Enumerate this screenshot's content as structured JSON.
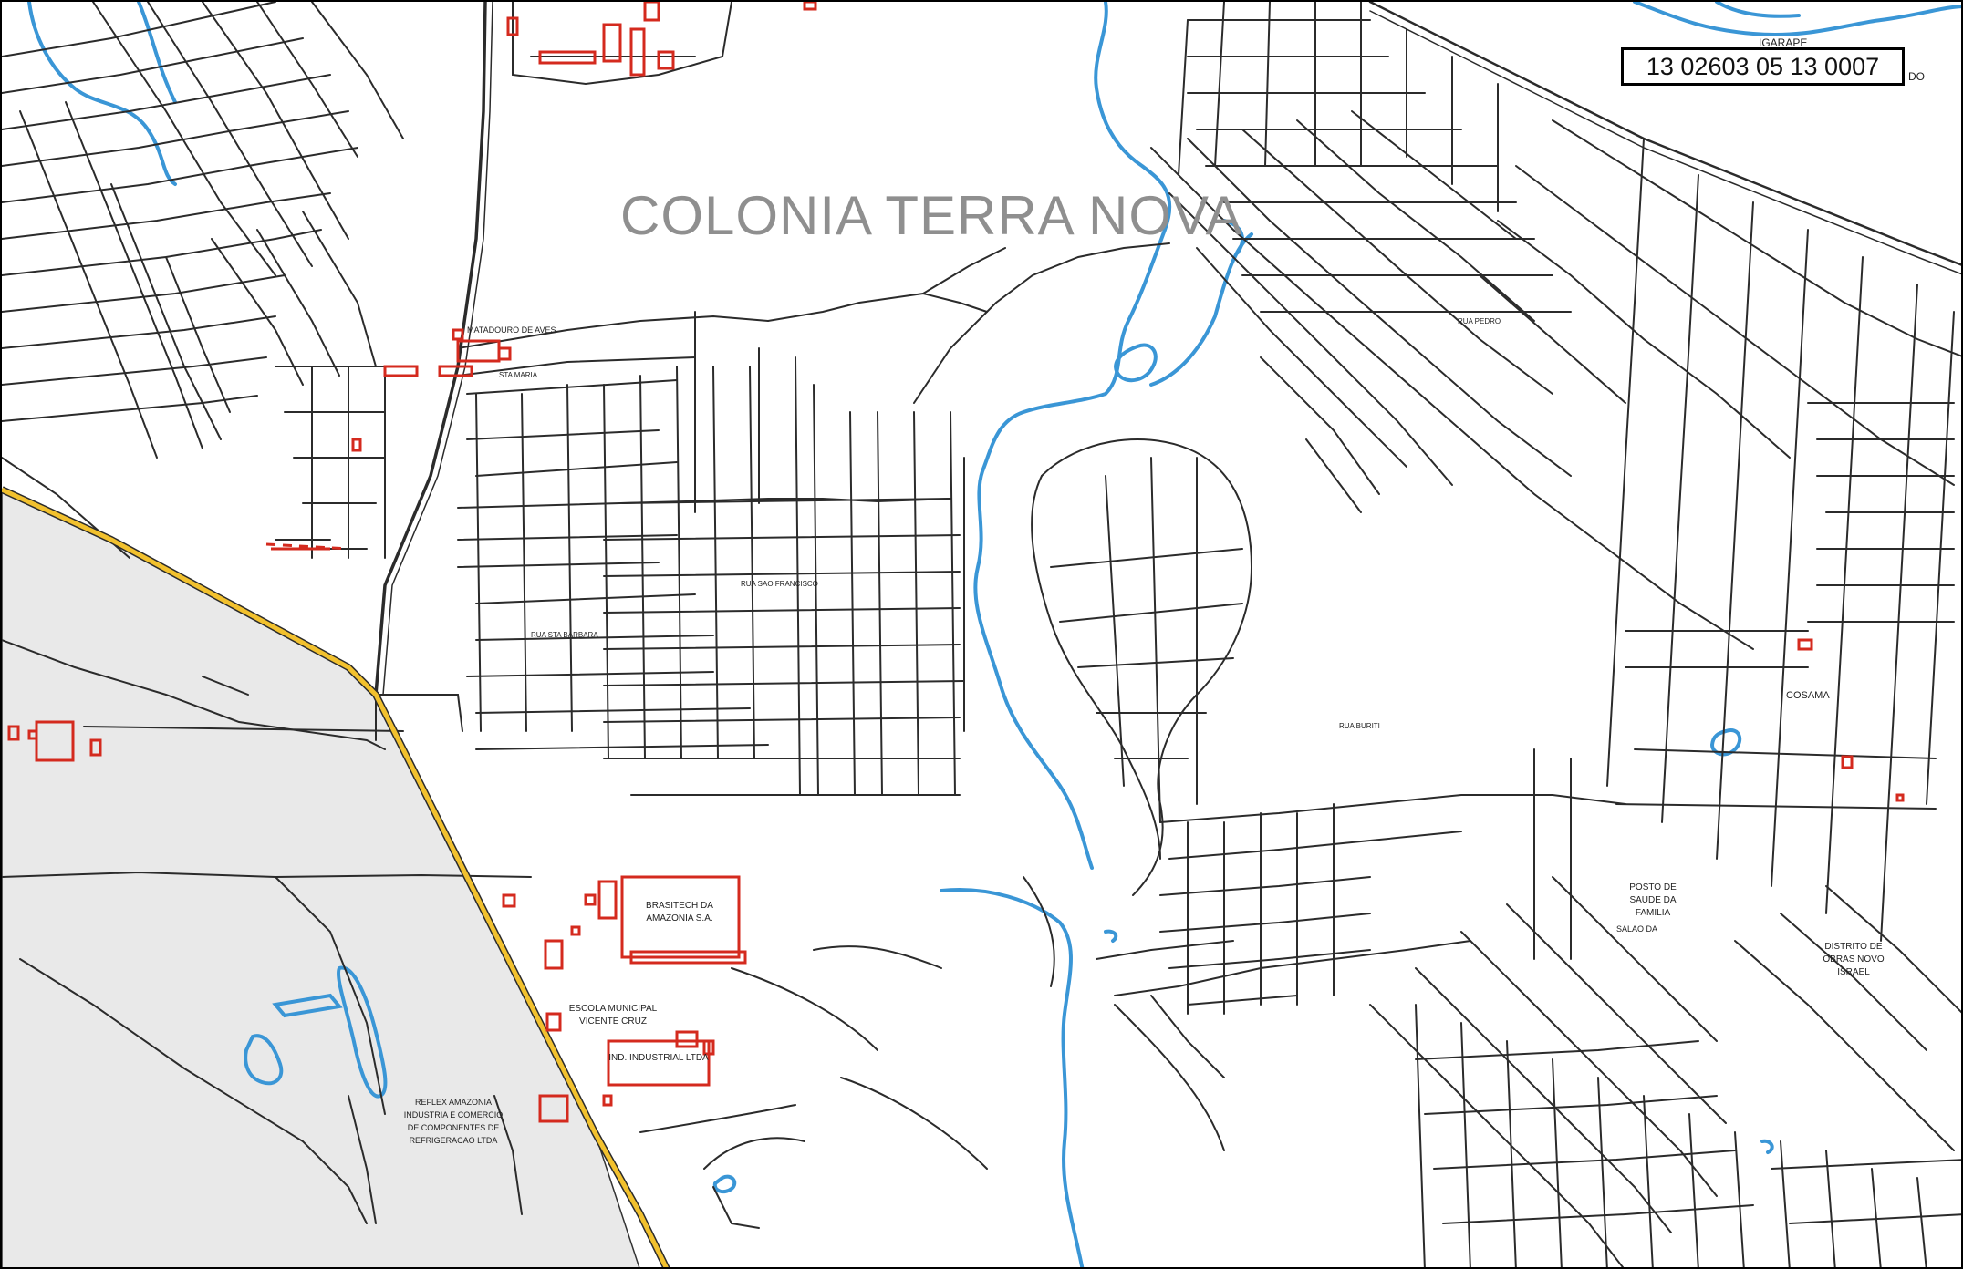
{
  "map": {
    "area_title": "COLONIA TERRA NOVA",
    "sheet_id": "13 02603 05 13 0007",
    "colors": {
      "street": "#2b2b2b",
      "water": "#3a96d6",
      "building": "#d42a1e",
      "highway_fill": "#f2c12e",
      "industrial_area": "#e9e9e9"
    },
    "labels": {
      "igarape": "IGARAPE",
      "do": "DO",
      "matadouro": "MATADOURO DE AVES",
      "sta_maria": "STA MARIA",
      "brasitech": "BRASITECH DA AMAZONIA S.A.",
      "escola": "ESCOLA MUNICIPAL VICENTE CRUZ",
      "industrial": "IND. INDUSTRIAL LTDA",
      "refrigeracao": "REFLEX AMAZONIA INDUSTRIA E COMERCIO DE COMPONENTES DE REFRIGERACAO LTDA",
      "cosama": "COSAMA",
      "posto": "POSTO DE SAUDE DA FAMILIA",
      "distrito": "DISTRITO DE OBRAS NOVO ISRAEL",
      "salao": "SALAO DA",
      "rua_pedro": "RUA PEDRO",
      "rua_buriti": "RUA BURITI",
      "rua_sao_francisco": "RUA SAO FRANCISCO",
      "rua_sta_barbara": "RUA STA BARBARA"
    }
  }
}
